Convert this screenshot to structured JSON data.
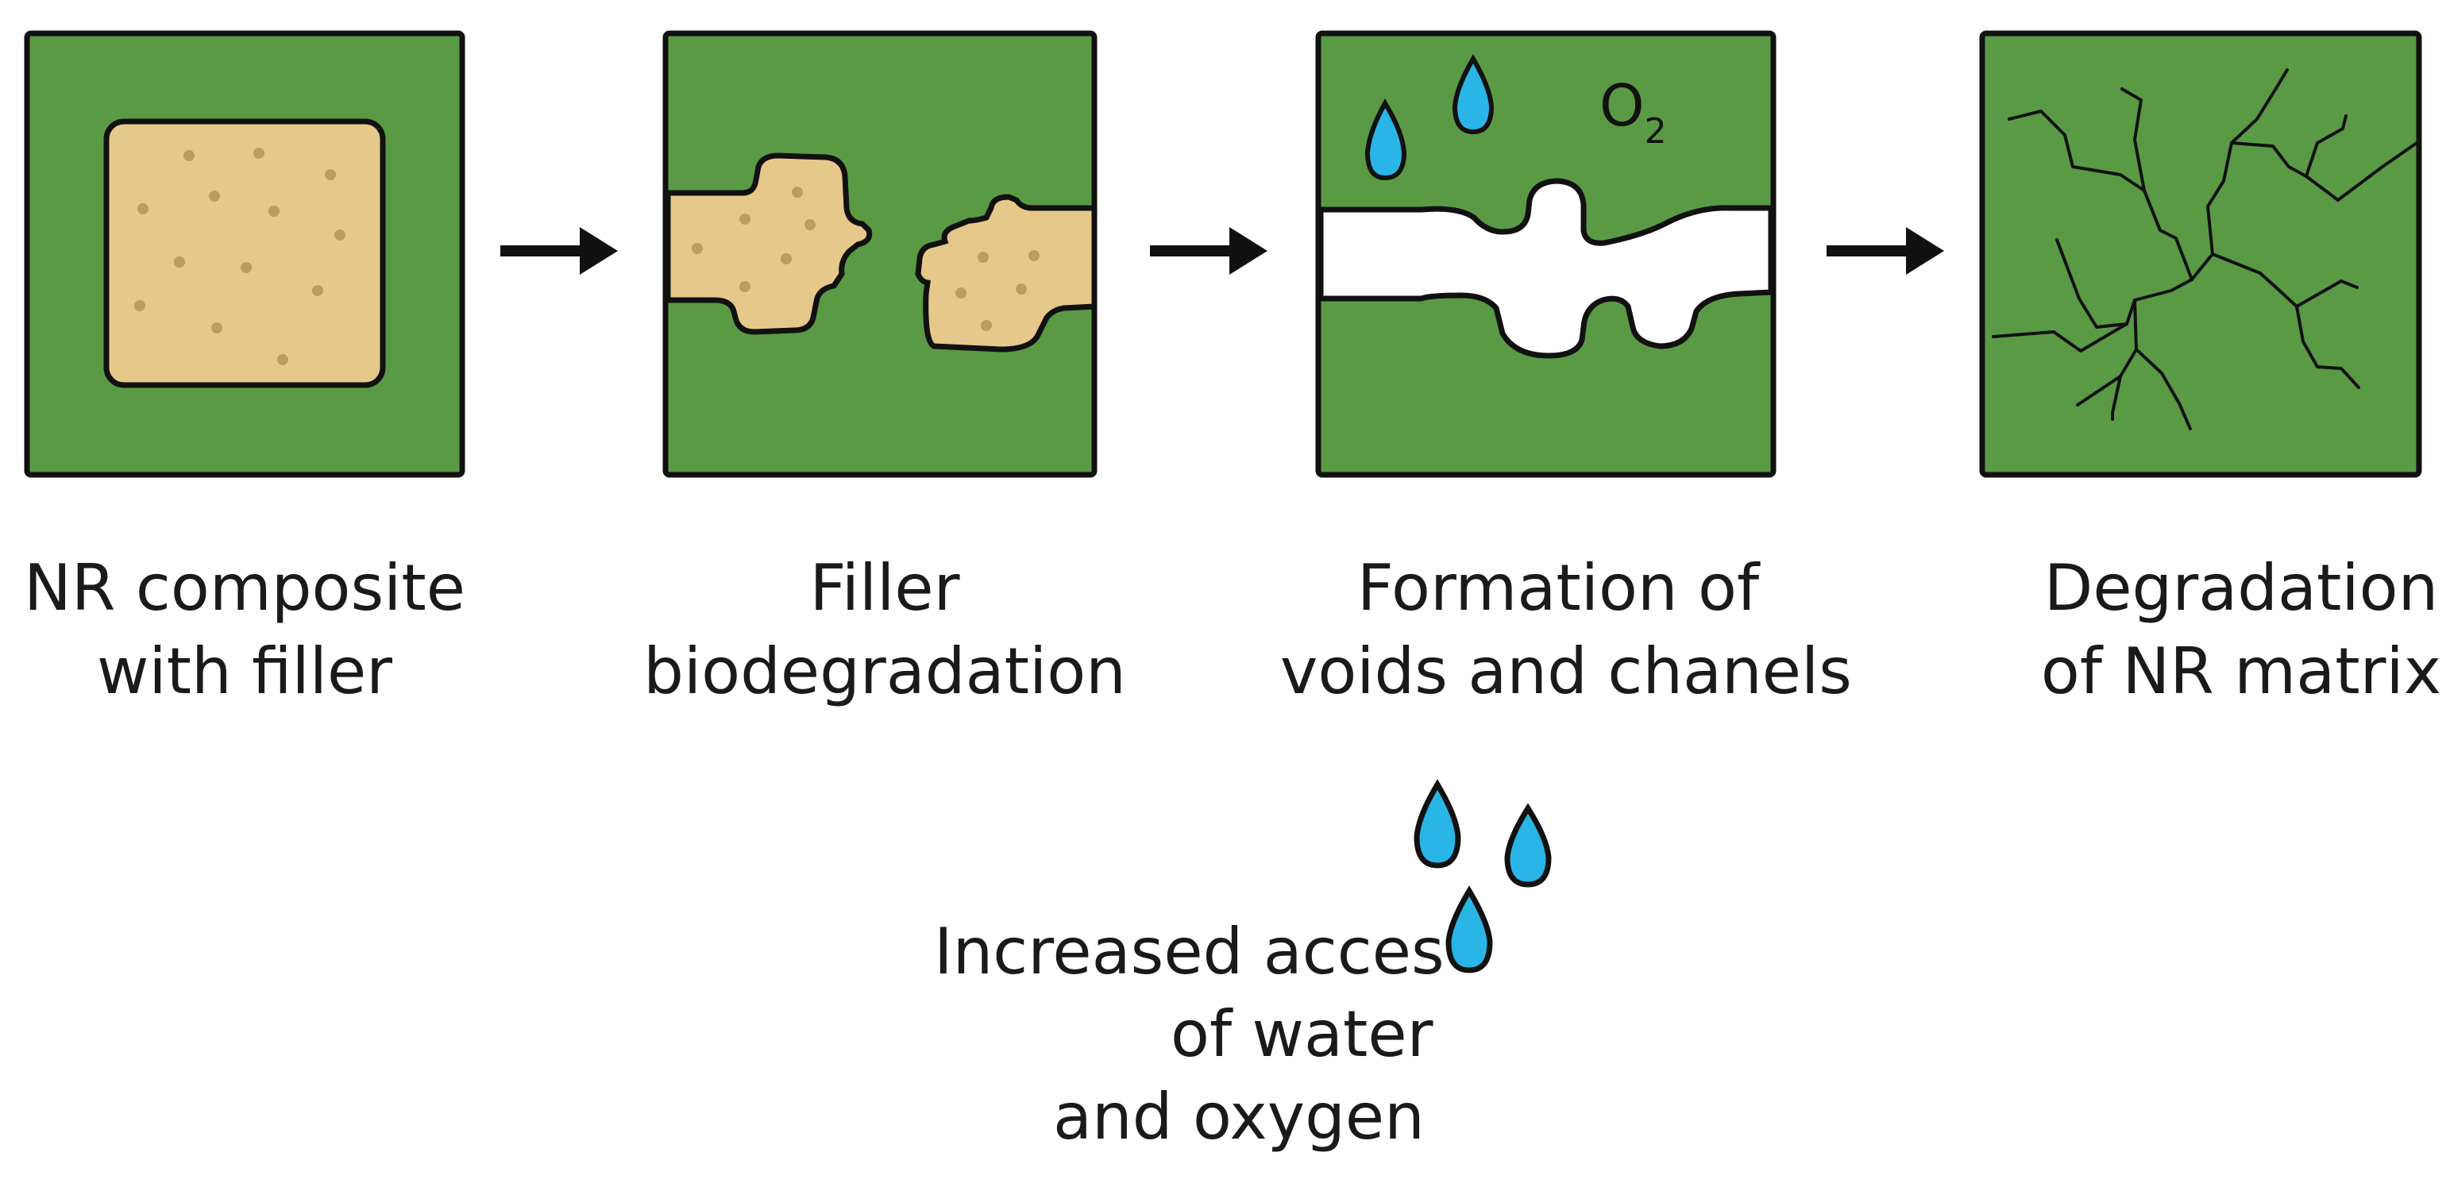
{
  "colors": {
    "matrix_green": "#5a9a45",
    "filler_tan": "#e6c98a",
    "filler_dot": "#bf9b5e",
    "void_white": "#ffffff",
    "water_blue": "#29b6e6",
    "outline": "#111111"
  },
  "stages": [
    {
      "id": "nr-composite",
      "line1": "NR composite",
      "line2": "with filler"
    },
    {
      "id": "filler-biodegradation",
      "line1": "Filler",
      "line2": "biodegradation"
    },
    {
      "id": "voids-formation",
      "line1": "Formation of",
      "line2": "voids and chanels"
    },
    {
      "id": "matrix-degradation",
      "line1": "Degradation",
      "line2": "of NR matrix"
    }
  ],
  "oxygen_label": {
    "base": "O",
    "subscript": "2"
  },
  "note": {
    "line1": "Increased acces",
    "line2": "of water",
    "line3": "and oxygen"
  },
  "icons": [
    "arrow-right-icon",
    "water-drop-icon"
  ]
}
